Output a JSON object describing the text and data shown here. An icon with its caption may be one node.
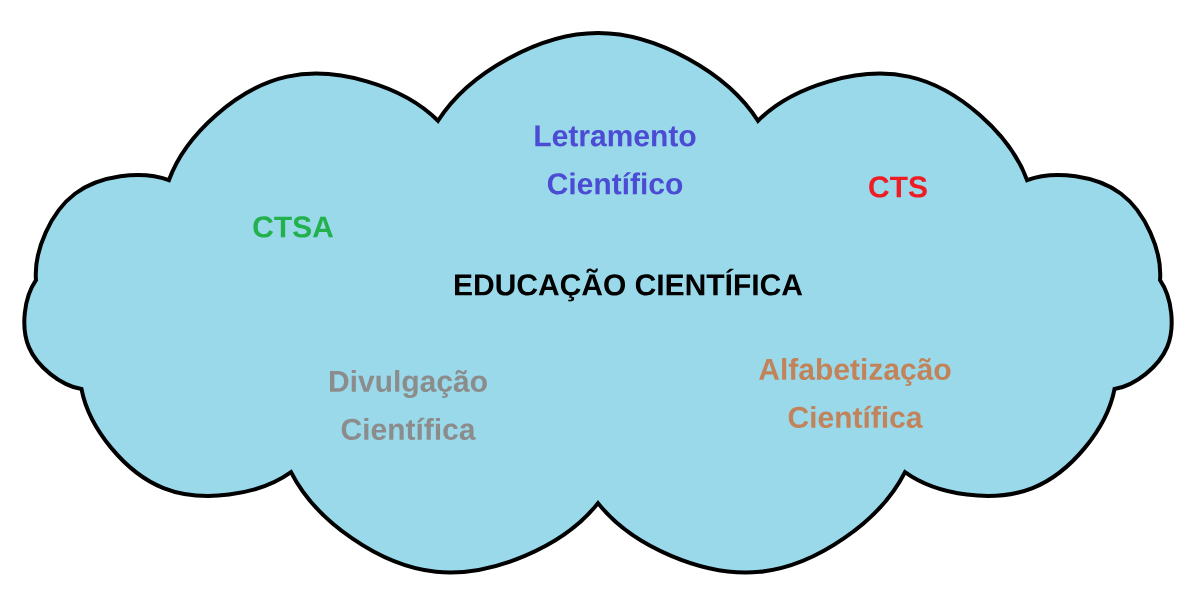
{
  "diagram": {
    "nodes": [
      {
        "text": [
          "Letramento Científico",
          "CTS",
          "CTSA",
          "EDUCAÇÃO CIENTÍFICA",
          "Divulgação Científica",
          "Alfabetização Científica"
        ]
      }
    ]
  }
}
